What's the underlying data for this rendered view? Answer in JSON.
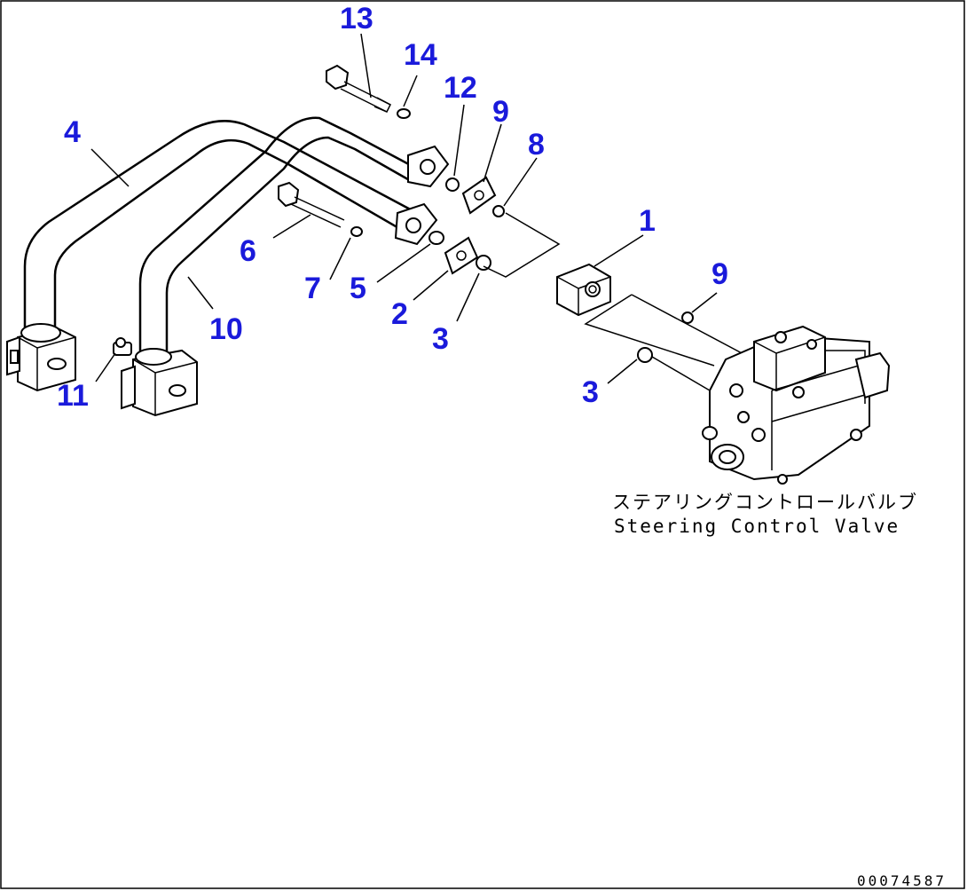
{
  "colors": {
    "callout": "#1a1adb",
    "line": "#000000",
    "background": "#ffffff"
  },
  "callouts": {
    "c13": "13",
    "c14": "14",
    "c12": "12",
    "c9a": "9",
    "c8": "8",
    "c4": "4",
    "c1": "1",
    "c6": "6",
    "c9b": "9",
    "c7": "7",
    "c5": "5",
    "c2": "2",
    "c10": "10",
    "c3a": "3",
    "c11": "11",
    "c3b": "3"
  },
  "caption": {
    "japanese": "ステアリングコントロールバルブ",
    "english": "Steering Control Valve"
  },
  "document_id": "00074587"
}
